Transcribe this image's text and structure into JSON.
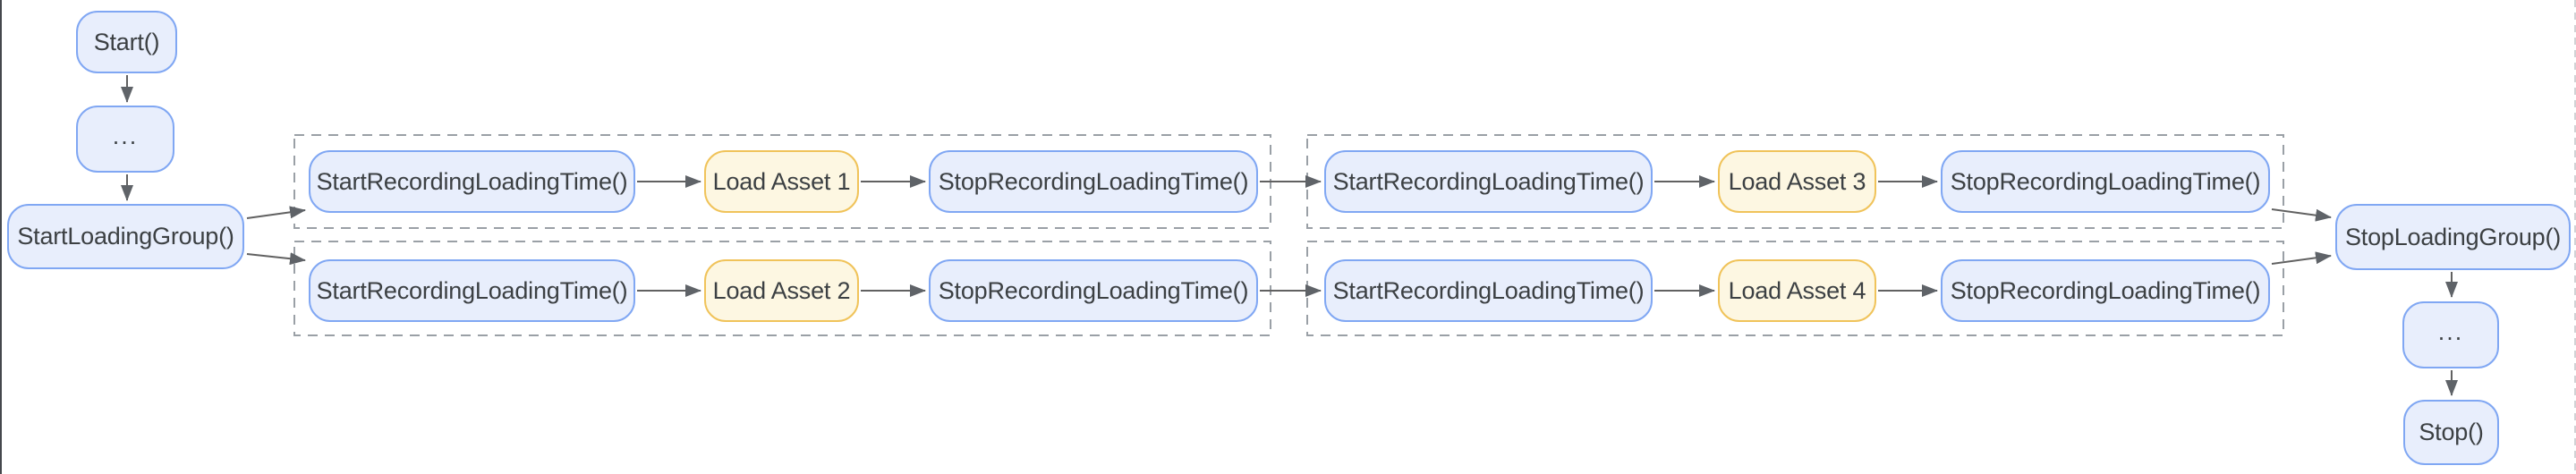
{
  "diagram": {
    "type": "flowchart",
    "background": "#ffffff",
    "colors": {
      "process_fill": "#e8eefc",
      "process_border": "#80a7f3",
      "asset_fill": "#fdf7e2",
      "asset_border": "#f0c35a",
      "text": "#3c4043",
      "connector": "#616161",
      "arrowhead": "#5f6368",
      "group_frame": "#9aa0a6"
    },
    "nodes": {
      "start": {
        "label": "Start()"
      },
      "ellipsis_top": {
        "label": "..."
      },
      "start_loading_group": {
        "label": "StartLoadingGroup()"
      },
      "g1r1_start": {
        "label": "StartRecordingLoadingTime()"
      },
      "g1r1_load": {
        "label": "Load Asset 1"
      },
      "g1r1_stop": {
        "label": "StopRecordingLoadingTime()"
      },
      "g1r2_start": {
        "label": "StartRecordingLoadingTime()"
      },
      "g1r2_load": {
        "label": "Load Asset 2"
      },
      "g1r2_stop": {
        "label": "StopRecordingLoadingTime()"
      },
      "g2r1_start": {
        "label": "StartRecordingLoadingTime()"
      },
      "g2r1_load": {
        "label": "Load Asset 3"
      },
      "g2r1_stop": {
        "label": "StopRecordingLoadingTime()"
      },
      "g2r2_start": {
        "label": "StartRecordingLoadingTime()"
      },
      "g2r2_load": {
        "label": "Load Asset 4"
      },
      "g2r2_stop": {
        "label": "StopRecordingLoadingTime()"
      },
      "stop_loading_group": {
        "label": "StopLoadingGroup()"
      },
      "ellipsis_bottom": {
        "label": "..."
      },
      "stop": {
        "label": "Stop()"
      }
    },
    "groups": [
      {
        "name": "loading-group-1-row-1",
        "style": "dashed"
      },
      {
        "name": "loading-group-1-row-2",
        "style": "dashed"
      },
      {
        "name": "loading-group-2-row-1",
        "style": "dashed"
      },
      {
        "name": "loading-group-2-row-2",
        "style": "dashed"
      }
    ],
    "edges": [
      {
        "from": "start",
        "to": "ellipsis_top"
      },
      {
        "from": "ellipsis_top",
        "to": "start_loading_group"
      },
      {
        "from": "start_loading_group",
        "to": "g1r1_start"
      },
      {
        "from": "start_loading_group",
        "to": "g1r2_start"
      },
      {
        "from": "g1r1_start",
        "to": "g1r1_load"
      },
      {
        "from": "g1r1_load",
        "to": "g1r1_stop"
      },
      {
        "from": "g1r1_stop",
        "to": "g2r1_start"
      },
      {
        "from": "g2r1_start",
        "to": "g2r1_load"
      },
      {
        "from": "g2r1_load",
        "to": "g2r1_stop"
      },
      {
        "from": "g2r1_stop",
        "to": "stop_loading_group"
      },
      {
        "from": "g1r2_start",
        "to": "g1r2_load"
      },
      {
        "from": "g1r2_load",
        "to": "g1r2_stop"
      },
      {
        "from": "g1r2_stop",
        "to": "g2r2_start"
      },
      {
        "from": "g2r2_start",
        "to": "g2r2_load"
      },
      {
        "from": "g2r2_load",
        "to": "g2r2_stop"
      },
      {
        "from": "g2r2_stop",
        "to": "stop_loading_group"
      },
      {
        "from": "stop_loading_group",
        "to": "ellipsis_bottom"
      },
      {
        "from": "ellipsis_bottom",
        "to": "stop"
      }
    ]
  }
}
